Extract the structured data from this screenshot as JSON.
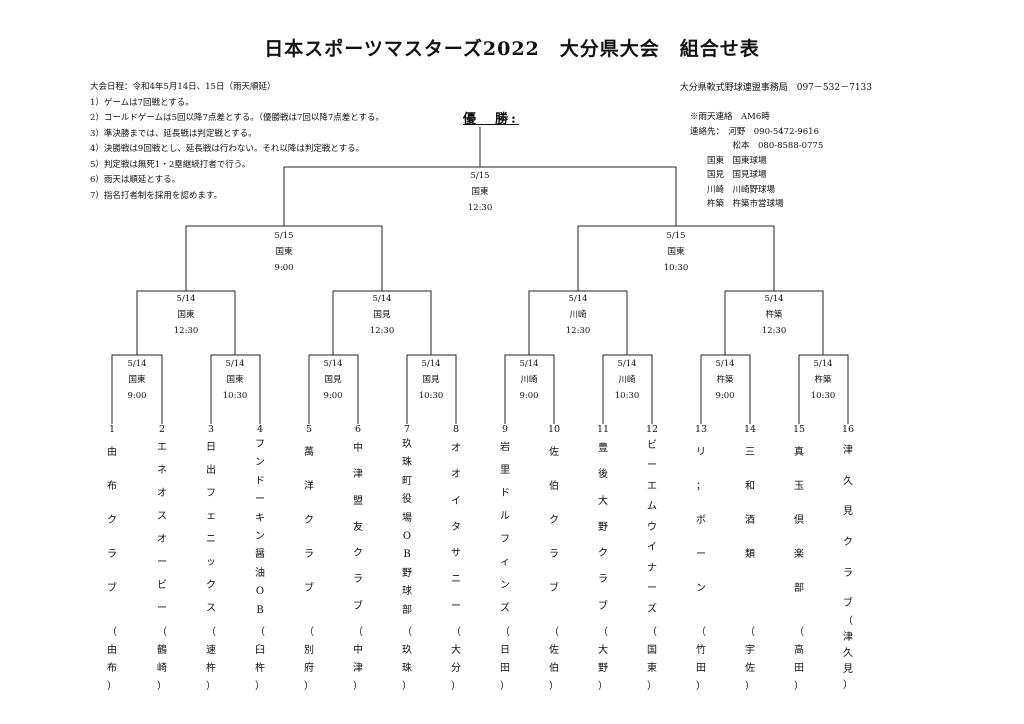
{
  "title": "日本スポーツマスターズ2022　大分県大会　組合せ表",
  "rules": [
    "大会日程：令和4年5月14日、15日（雨天順延）",
    "1）ゲームは7回戦とする。",
    "2）コールドゲームは5回以降7点差とする。（優勝戦は7回以降7点差とする。",
    "3）準決勝までは、延長戦は判定戦とする。",
    "4）決勝戦は9回戦とし、延長戦は行わない。それ以降は判定戦とする。",
    "5）判定戦は無死1・2塁継続打者で行う。",
    "6）雨天は順延とする。",
    "7）指名打者制を採用を認めます。"
  ],
  "office": "大分県軟式野球連盟事務局　097－532－7133",
  "winner_label": "優　勝:",
  "contact": [
    "※雨天連絡　AM6時",
    "連絡先：　河野　090-5472-9616",
    "　　　　　松本　080-8588-0775",
    "　　国東　国東球場",
    "　　国見　国見球場",
    "　　川崎　川崎野球場",
    "　　杵築　杵築市営球場"
  ],
  "games": {
    "final": {
      "date": "5/15",
      "venue": "国東",
      "time": "12:30"
    },
    "sf": [
      {
        "date": "5/15",
        "venue": "国東",
        "time": "9:00"
      },
      {
        "date": "5/15",
        "venue": "国東",
        "time": "10:30"
      }
    ],
    "qf": [
      {
        "date": "5/14",
        "venue": "国東",
        "time": "12:30"
      },
      {
        "date": "5/14",
        "venue": "国見",
        "time": "12:30"
      },
      {
        "date": "5/14",
        "venue": "川崎",
        "time": "12:30"
      },
      {
        "date": "5/14",
        "venue": "杵築",
        "time": "12:30"
      }
    ],
    "r1": [
      {
        "date": "5/14",
        "venue": "国東",
        "time": "9:00"
      },
      {
        "date": "5/14",
        "venue": "国東",
        "time": "10:30"
      },
      {
        "date": "5/14",
        "venue": "国見",
        "time": "9:00"
      },
      {
        "date": "5/14",
        "venue": "国見",
        "time": "10:30"
      },
      {
        "date": "5/14",
        "venue": "川崎",
        "time": "9:00"
      },
      {
        "date": "5/14",
        "venue": "川崎",
        "time": "10:30"
      },
      {
        "date": "5/14",
        "venue": "杵築",
        "time": "9:00"
      },
      {
        "date": "5/14",
        "venue": "杵築",
        "time": "10:30"
      }
    ]
  },
  "teams": [
    {
      "num": "1",
      "name": "由布クラブ",
      "home": "由布"
    },
    {
      "num": "2",
      "name": "エネオスオービー",
      "home": "鶴崎"
    },
    {
      "num": "3",
      "name": "日出フェニックス",
      "home": "速杵"
    },
    {
      "num": "4",
      "name": "フンドーキン醤油OB",
      "home": "臼杵"
    },
    {
      "num": "5",
      "name": "萬洋クラブ",
      "home": "別府"
    },
    {
      "num": "6",
      "name": "中津盟友クラブ",
      "home": "中津"
    },
    {
      "num": "7",
      "name": "玖珠町役場OB野球部",
      "home": "玖珠"
    },
    {
      "num": "8",
      "name": "オオイタサニー",
      "home": "大分"
    },
    {
      "num": "9",
      "name": "岩里ドルフィンズ",
      "home": "日田"
    },
    {
      "num": "10",
      "name": "佐伯クラブ",
      "home": "佐伯"
    },
    {
      "num": "11",
      "name": "豊後大野クラブ",
      "home": "大野"
    },
    {
      "num": "12",
      "name": "ビーエムウイナーズ",
      "home": "国東"
    },
    {
      "num": "13",
      "name": "リ；ボーン",
      "home": "竹田"
    },
    {
      "num": "14",
      "name": "三和酒類",
      "home": "宇佐"
    },
    {
      "num": "15",
      "name": "真玉倶楽部",
      "home": "高田"
    },
    {
      "num": "16",
      "name": "津久見クラブ",
      "home": "津久見"
    }
  ]
}
